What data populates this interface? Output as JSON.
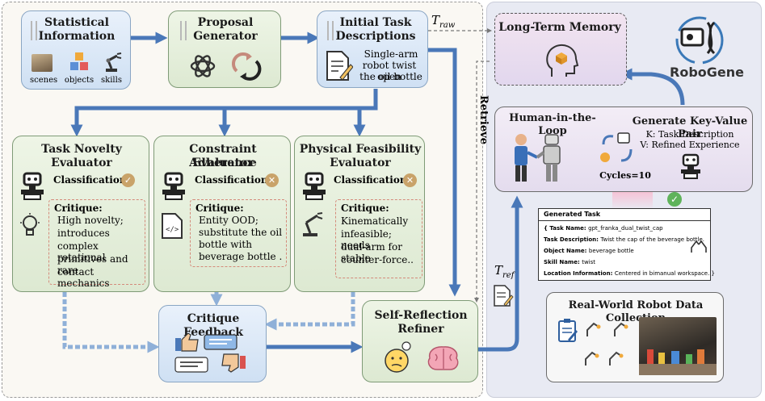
{
  "stat": {
    "title1": "Statistical",
    "title2": "Information",
    "lbl_scenes": "scenes",
    "lbl_objects": "objects",
    "lbl_skills": "skills"
  },
  "proposal": {
    "title1": "Proposal",
    "title2": "Generator"
  },
  "initial": {
    "title1": "Initial Task",
    "title2": "Descriptions",
    "text1": "Single-arm",
    "text2": "robot twist open",
    "text3": "the oil bottle"
  },
  "labels": {
    "t_raw": "T",
    "t_raw_sub": "raw",
    "retrieve": "Retrieve",
    "t_ref": "T",
    "t_ref_sub": "ref"
  },
  "evaluators": [
    {
      "title1": "Task Novelty",
      "title2": "Evaluator",
      "class_label": "Classification:",
      "verdict": "✓",
      "critique_label": "Critique:",
      "critique": [
        "High novelty;",
        "introduces",
        "complex rotational",
        "primitives and rare",
        "contact mechanics"
      ]
    },
    {
      "title1": "Constraint Adherence",
      "title2": "Evaluator",
      "class_label": "Classification:",
      "verdict": "✕",
      "critique_label": "Critique:",
      "critique": [
        "Entity OOD;",
        "substitute the oil",
        "bottle with",
        "beverage bottle ."
      ]
    },
    {
      "title1": "Physical Feasibility",
      "title2": "Evaluator",
      "class_label": "Classification:",
      "verdict": "✕",
      "critique_label": "Critique:",
      "critique": [
        "Kinematically",
        "infeasible; needs",
        "dual-arm for stable",
        "counter-force.."
      ]
    }
  ],
  "feedback": {
    "title": "Critique Feedback"
  },
  "refiner": {
    "title1": "Self-Reflection",
    "title2": "Refiner"
  },
  "memory": {
    "title": "Long-Term Memory"
  },
  "brand": {
    "name": "RoboGene"
  },
  "hitl": {
    "title": "Human-in-the-Loop",
    "cycles": "Cycles=10"
  },
  "kv": {
    "title": "Generate Key-Value Pair",
    "k": "K: Task Description",
    "v": "V: Refined Experience"
  },
  "generated": {
    "header": "Generated Task",
    "rows": [
      {
        "k": "{ Task Name: ",
        "v": "gpt_franka_dual_twist_cap"
      },
      {
        "k": "Task Description: ",
        "v": "Twist the cap of the beverage bottle."
      },
      {
        "k": "Object Name: ",
        "v": "beverage bottle"
      },
      {
        "k": "Skill Name: ",
        "v": "twist"
      },
      {
        "k": "Location Information: ",
        "v": "Centered in bimanual workspace. }"
      }
    ]
  },
  "realworld": {
    "title": "Real-World Robot Data Collection"
  },
  "colors": {
    "arrow": "#4a78b8",
    "arrow_light": "#8fb0d8",
    "check": "#5fb35a",
    "badge": "#c9a36a"
  }
}
